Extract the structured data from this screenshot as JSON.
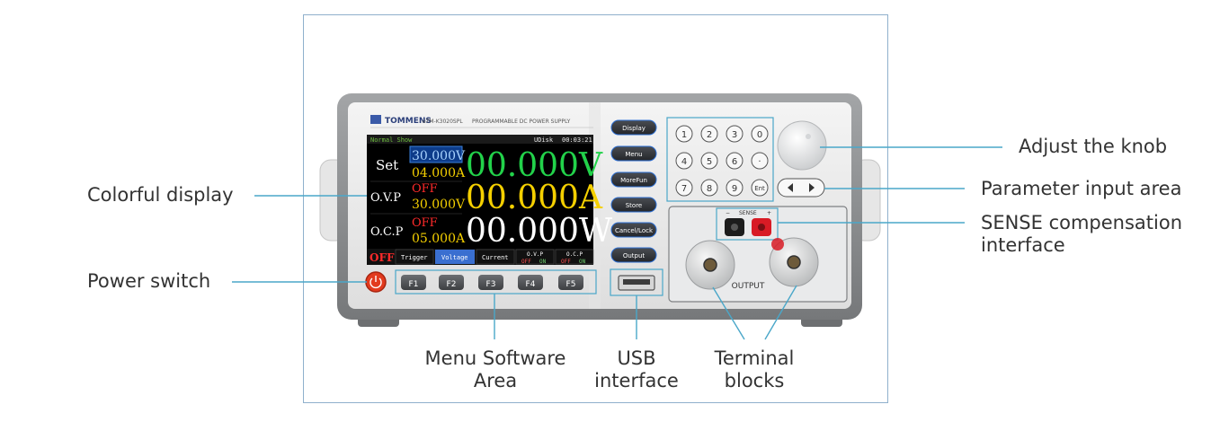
{
  "device": {
    "brand": "TOMMENS",
    "model": "eTM-K3020SPL",
    "description": "PROGRAMMABLE DC POWER SUPPLY"
  },
  "display": {
    "mode": "Normal Show",
    "storage": "UDisk",
    "time": "00:03:21",
    "set_label": "Set",
    "set_voltage": "30.000V",
    "set_current": "04.000A",
    "ovp_label": "O.V.P",
    "ovp_state": "OFF",
    "ovp_value": "30.000V",
    "ocp_label": "O.C.P",
    "ocp_state": "OFF",
    "ocp_value": "05.000A",
    "out_voltage": "00.000V",
    "out_current": "00.000A",
    "out_power": "00.000W",
    "output_state": "OFF",
    "tabs": [
      "Trigger",
      "Voltage",
      "Current",
      "O.V.P",
      "O.C.P"
    ],
    "tab_sub_off": "OFF",
    "tab_sub_on": "ON"
  },
  "function_keys": [
    "F1",
    "F2",
    "F3",
    "F4",
    "F5"
  ],
  "side_buttons": [
    "Display",
    "Menu",
    "MoreFun",
    "Store",
    "Cancel/Lock",
    "Output"
  ],
  "keypad": [
    [
      "1",
      "2",
      "3",
      "0"
    ],
    [
      "4",
      "5",
      "6",
      "·"
    ],
    [
      "7",
      "8",
      "9",
      "Ent"
    ]
  ],
  "sense": {
    "label": "SENSE",
    "minus": "−",
    "plus": "+"
  },
  "output_label": "OUTPUT",
  "callouts": {
    "colorful_display": "Colorful display",
    "power_switch": "Power switch",
    "menu_software_line1": "Menu Software",
    "menu_software_line2": "Area",
    "usb_line1": "USB",
    "usb_line2": "interface",
    "terminal_line1": "Terminal",
    "terminal_line2": "blocks",
    "adjust_knob": "Adjust the knob",
    "parameter_input": "Parameter input area",
    "sense_line1": "SENSE compensation",
    "sense_line2": "interface"
  },
  "colors": {
    "leader": "#4aa7c9",
    "lcd_background": "#000000",
    "lcd_status_green": "#6fbf3f",
    "set_blue": "#3a7fd9",
    "value_yellow": "#f5d000",
    "value_green": "#22d24a",
    "value_red": "#ff2a2a",
    "power_button_red": "#e23a1e",
    "sense_red": "#d81b25"
  }
}
